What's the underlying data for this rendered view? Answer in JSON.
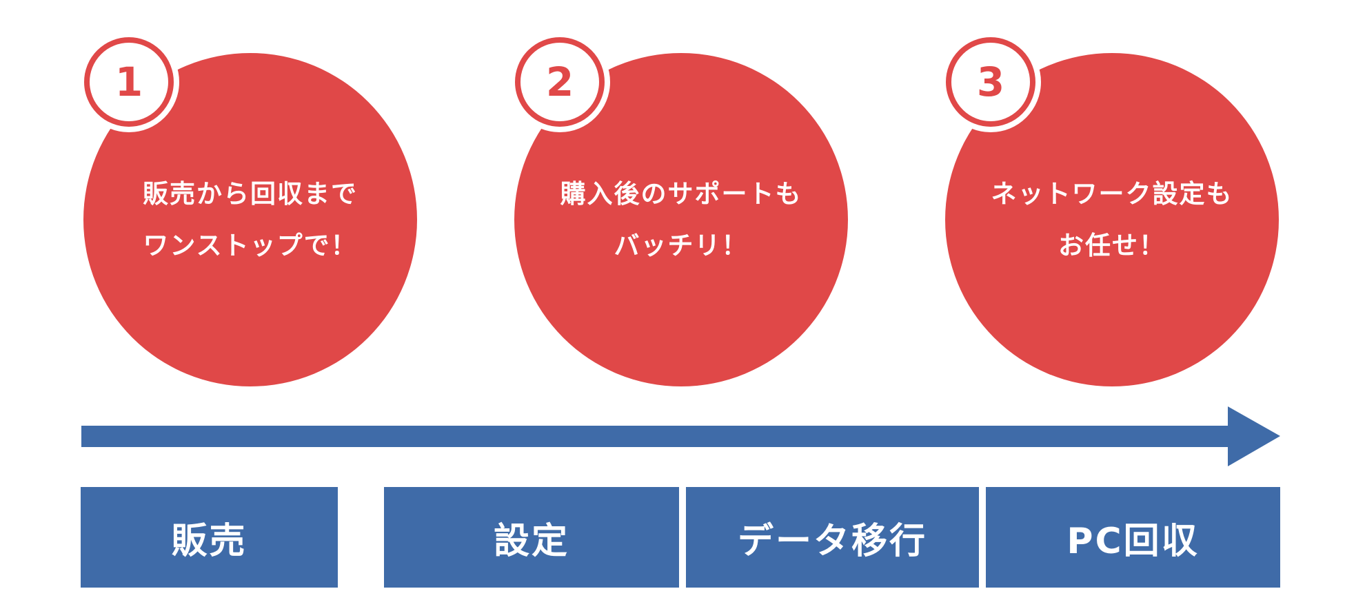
{
  "colors": {
    "accent_red": "#E04848",
    "accent_blue": "#3F6BA8",
    "background": "#FFFFFF",
    "text_on_color": "#FFFFFF"
  },
  "features": [
    {
      "number": "1",
      "lines": [
        "販売から回収まで",
        "ワンストップで！"
      ]
    },
    {
      "number": "2",
      "lines": [
        "購入後のサポートも",
        "バッチリ！"
      ]
    },
    {
      "number": "3",
      "lines": [
        "ネットワーク設定も",
        "お任せ！"
      ]
    }
  ],
  "timeline": {
    "arrow": "right-arrow",
    "steps": [
      {
        "label": "販売"
      },
      {
        "label": "設定"
      },
      {
        "label": "データ移行"
      },
      {
        "label": "PC回収"
      }
    ]
  }
}
